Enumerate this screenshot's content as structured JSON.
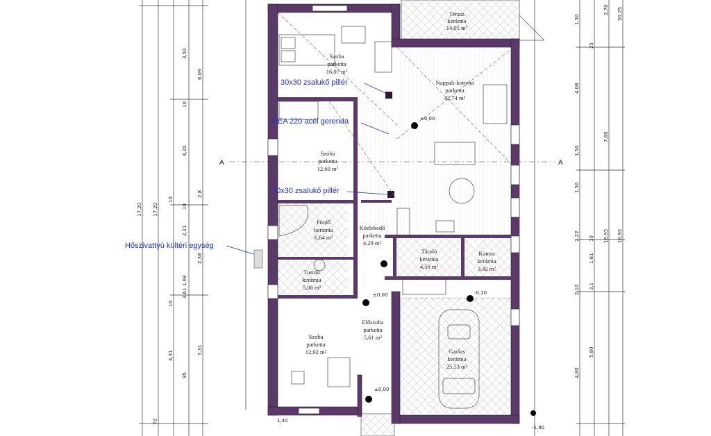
{
  "rooms": {
    "terasz": {
      "name": "Terasz",
      "floor": "kerámia",
      "area": "14,05 m²"
    },
    "szoba1": {
      "name": "Szoba",
      "floor": "parketta",
      "area": "16,07 m²"
    },
    "nappali": {
      "name": "Nappali-konyha",
      "floor": "parketta",
      "area": "42,74 m²"
    },
    "szoba2": {
      "name": "Szoba",
      "floor": "parketta",
      "area": "12,60 m²"
    },
    "furdo": {
      "name": "Fürdő",
      "floor": "kerámia",
      "area": "6,64 m²"
    },
    "kozlekedo": {
      "name": "Közlekedő",
      "floor": "parketta",
      "area": "4,29 m²"
    },
    "tarolo": {
      "name": "Tároló",
      "floor": "kerámia",
      "area": "4,50 m²"
    },
    "kamra": {
      "name": "Kamra",
      "floor": "kerámia",
      "area": "3,42 m²"
    },
    "tusolo": {
      "name": "Tusoló",
      "floor": "kerámia",
      "area": "5,06 m²"
    },
    "eloszoba": {
      "name": "Előszoba",
      "floor": "parketta",
      "area": "5,61 m²"
    },
    "szoba3": {
      "name": "Szoba",
      "floor": "parketta",
      "area": "12,92 m²"
    },
    "garazs": {
      "name": "Garázs",
      "floor": "kerámia",
      "area": "25,53 m²"
    }
  },
  "annotations": {
    "pillar_top": "30x30 zsalukő pillér",
    "beam": "HEA 220 acél gerenda",
    "pillar_mid": "30x30 zsalukő pillér",
    "heatpump": "Hőszivattyú kültéri egység"
  },
  "section": {
    "left": "A",
    "right": "A"
  },
  "levels": {
    "l1": "±0,00",
    "l2": "-0,10",
    "l3": "±0,00",
    "l4": "±0,00",
    "l5": "-1,90"
  },
  "dims_left": {
    "a": "3,50",
    "b": "6,09",
    "c": "10",
    "d": "4,20",
    "e": "10",
    "f": "2,21",
    "g": "2,38",
    "h": "1,69",
    "i": "10",
    "j": "3,61",
    "k": "4,31",
    "l": "5,31",
    "m": "17,20",
    "n": "17,20",
    "o": "2,8",
    "p": "95",
    "q": "70",
    "r": "1,40",
    "s": "10"
  },
  "dims_right": {
    "a": "1,50",
    "b": "2,70",
    "c": "50,25",
    "d": "4,08",
    "e": "7,60",
    "f": "1,50",
    "g": "1,50",
    "h": "2,22",
    "i": "1,61",
    "j": "16,93",
    "k": "16,93",
    "l": "2,10",
    "m": "3,1",
    "n": "5,80",
    "o": "4,80",
    "p": "25",
    "q": "10"
  }
}
